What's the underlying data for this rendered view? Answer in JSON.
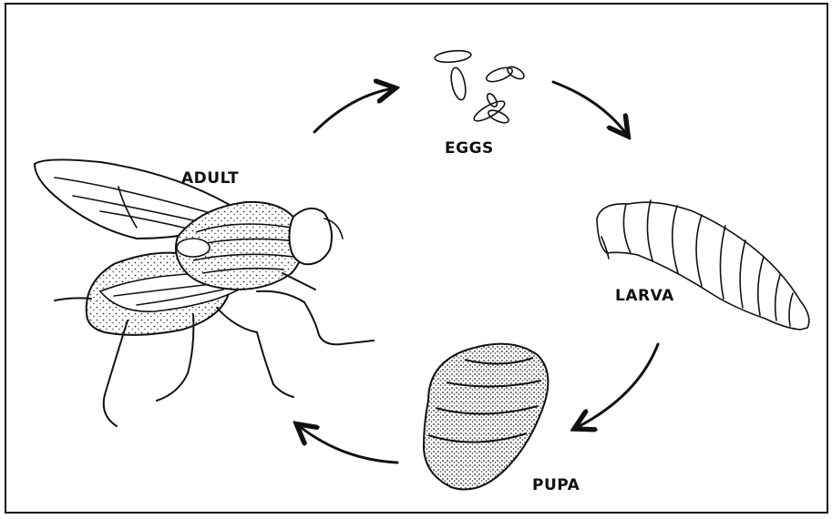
{
  "diagram": {
    "stages": {
      "eggs": "EGGS",
      "larva": "LARVA",
      "pupa": "PUPA",
      "adult": "ADULT"
    },
    "colors": {
      "ink": "#111111",
      "paper": "#ffffff",
      "stipple": "#333333"
    }
  }
}
